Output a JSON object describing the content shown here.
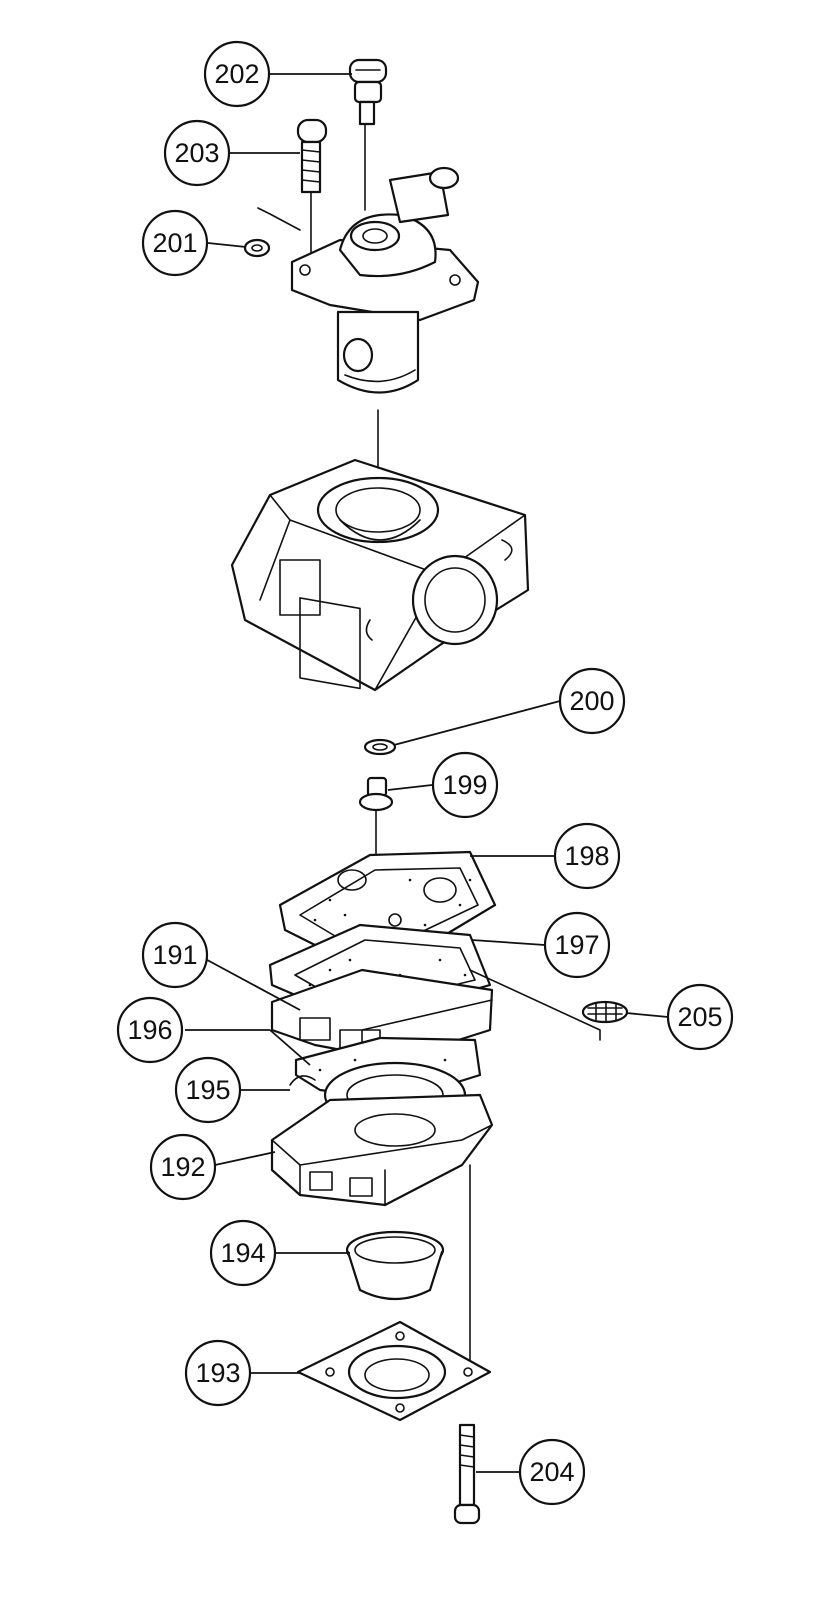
{
  "callouts": {
    "p191": "191",
    "p192": "192",
    "p193": "193",
    "p194": "194",
    "p195": "195",
    "p196": "196",
    "p197": "197",
    "p198": "198",
    "p199": "199",
    "p200": "200",
    "p201": "201",
    "p202": "202",
    "p203": "203",
    "p204": "204",
    "p205": "205"
  }
}
